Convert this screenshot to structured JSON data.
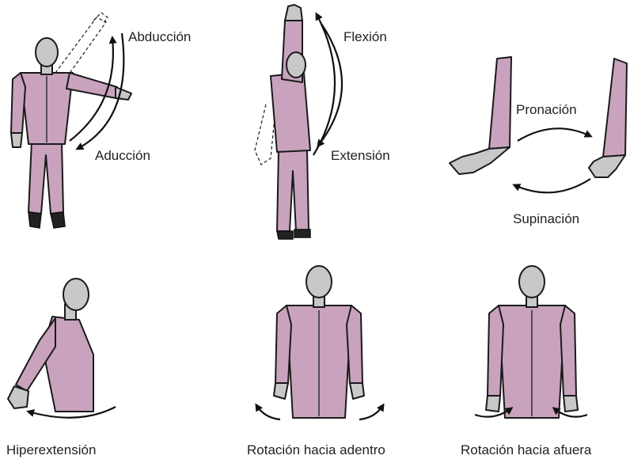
{
  "labels": {
    "abduccion": "Abducción",
    "aduccion": "Aducción",
    "flexion": "Flexión",
    "extension": "Extensión",
    "pronacion": "Pronación",
    "supinacion": "Supinación",
    "hiperextension": "Hiperextensión",
    "rotacion_adentro": "Rotación hacia adentro",
    "rotacion_afuera": "Rotación hacia afuera"
  },
  "colors": {
    "suit": "#c9a3be",
    "skin": "#c8c8c8",
    "outline": "#1a1a1a"
  }
}
